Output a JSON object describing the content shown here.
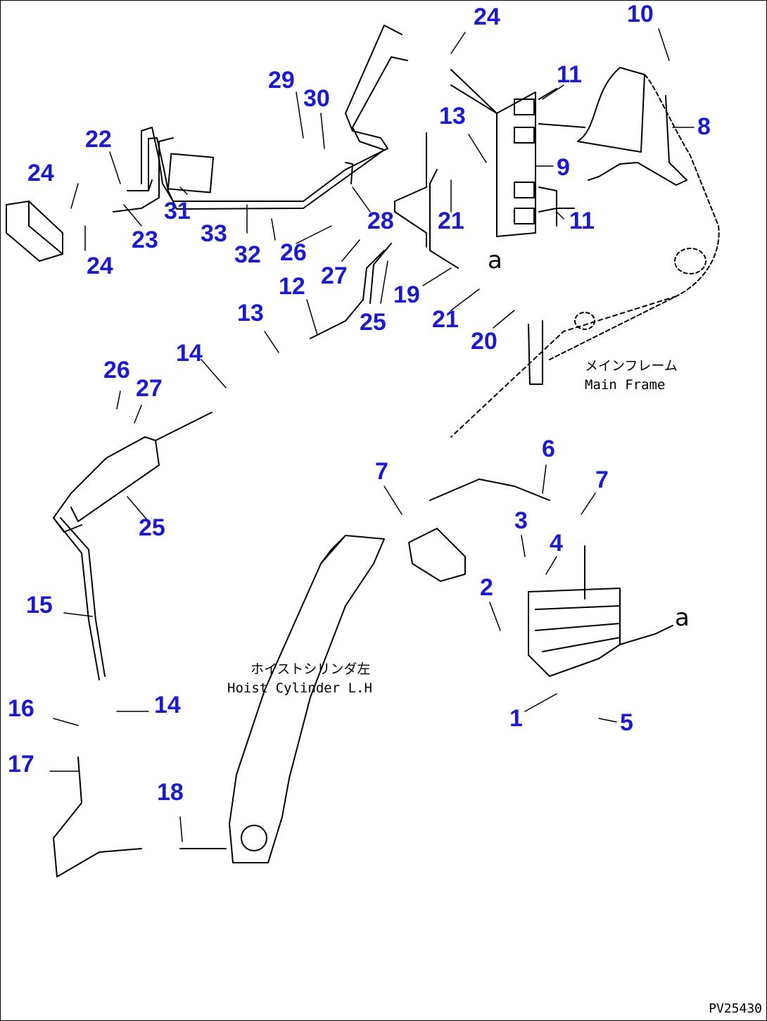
{
  "drawing_id": "PV25430",
  "view_marker": "a",
  "captions": {
    "main_frame_jp": "メインフレーム",
    "main_frame_en": "Main Frame",
    "hoist_cylinder_jp": "ホイストシリンダ左",
    "hoist_cylinder_en": "Hoist Cylinder L.H"
  },
  "callouts": [
    "24",
    "10",
    "29",
    "30",
    "11",
    "13",
    "8",
    "22",
    "9",
    "24",
    "31",
    "28",
    "21",
    "11",
    "33",
    "32",
    "26",
    "23",
    "24",
    "27",
    "19",
    "21",
    "20",
    "12",
    "25",
    "13",
    "14",
    "26",
    "27",
    "25",
    "6",
    "7",
    "7",
    "3",
    "4",
    "2",
    "15",
    "16",
    "14",
    "1",
    "5",
    "17",
    "18"
  ],
  "colors": {
    "callout": "#1a1ad0",
    "line": "#000000",
    "background": "#ffffff"
  }
}
